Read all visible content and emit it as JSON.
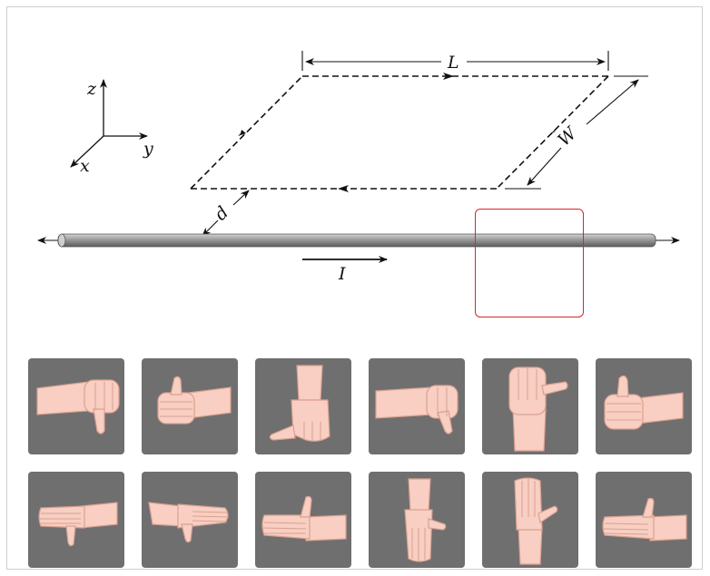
{
  "diagram": {
    "axes": {
      "z": "z",
      "x": "x",
      "y": "y"
    },
    "labels": {
      "length": "L",
      "width": "W",
      "distance": "d",
      "current": "I"
    }
  },
  "answer_choices": [
    {
      "pose": "fist-thumb-down"
    },
    {
      "pose": "fist-thumb-side"
    },
    {
      "pose": "palm-down-thumb-down"
    },
    {
      "pose": "fist-thumb-down-right"
    },
    {
      "pose": "fingers-up-thumb-right"
    },
    {
      "pose": "fist-thumb-up"
    },
    {
      "pose": "flat-hand-thumb-down"
    },
    {
      "pose": "flat-hand-palm-down"
    },
    {
      "pose": "flat-hand-thumb-up"
    },
    {
      "pose": "fingers-down-thumb-right"
    },
    {
      "pose": "fingers-up-thumb-right-flat"
    },
    {
      "pose": "flat-hand-thumb-up-right"
    }
  ],
  "colors": {
    "skin": "#f8cfc2",
    "skin_outline": "#d9a191",
    "tile": "#6f6f6f",
    "selection": "#d7262a"
  }
}
